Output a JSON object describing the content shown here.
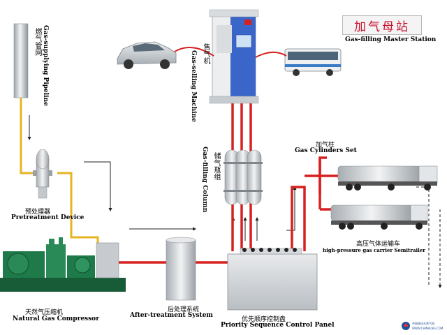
{
  "header": {
    "station_title_zh": "加气母站",
    "station_title_en": "Gas-filling Master Station"
  },
  "labels": {
    "pipeline_zh": "燃气管网",
    "pipeline_en": "Gas-supplying Pipeline",
    "selling_zh": "售气机",
    "selling_en": "Gas-selling Machine",
    "column_zh": "储气瓶组",
    "column_en": "Gas-filling Column",
    "cylinders_zh": "加气柱",
    "cylinders_en": "Gas Cylinders Set",
    "pretreat_zh": "预处理器",
    "pretreat_en": "Pretreatment Device",
    "compressor_zh": "天然气压缩机",
    "compressor_en": "Natural Gas Compressor",
    "aftertreat_zh": "后处理系统",
    "aftertreat_en": "After-treatment System",
    "panel_zh": "优先顺序控制盘",
    "panel_en": "Priority Sequence Control Panel",
    "carrier_zh": "高压气体运输车",
    "carrier_en": "high-pressure gas carrier Semitrailer"
  },
  "logo": {
    "line1": "中国液化天然气网",
    "line2": "WWW.CHINALNG.COM"
  },
  "colors": {
    "pipe_high": "#d62020",
    "pipe_low": "#e6b422",
    "title_red": "#c8102e",
    "compressor_green": "#1f7a4a"
  }
}
